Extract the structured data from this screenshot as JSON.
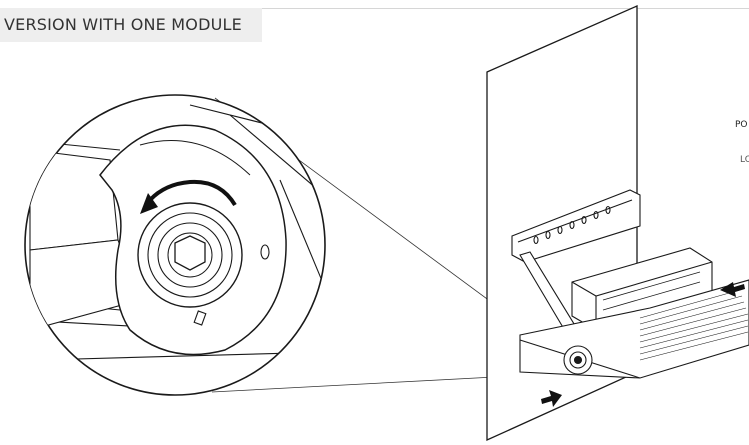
{
  "header": {
    "title": "VERSION WITH ONE MODULE"
  },
  "annotations": {
    "po_label": "PO",
    "lo_label": "LO"
  },
  "colors": {
    "line": "#1a1a1a",
    "header_bg": "#eeeeee",
    "header_text": "#333333"
  }
}
